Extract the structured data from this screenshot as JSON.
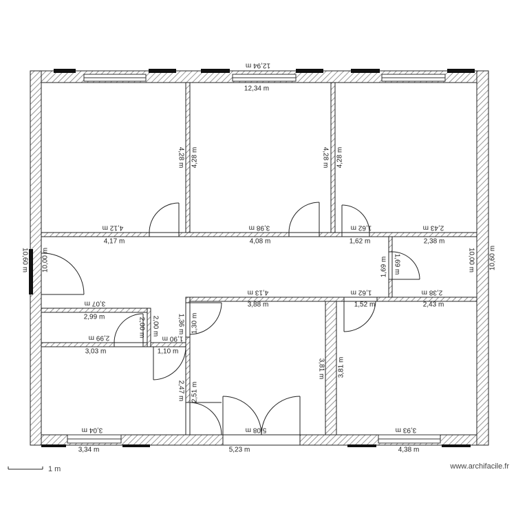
{
  "dimensions": {
    "outer_width_flipped": "12,94 m",
    "inner_width": "12,34 m",
    "left_outer_height": "10,60 m",
    "left_inner_height": "10,00 m",
    "right_inner_height": "10,00 m",
    "right_outer_height": "10,60 m",
    "r1_h_a": "4,28 m",
    "r1_h_b": "4,28 m",
    "r2_h_a": "4,28 m",
    "r2_h_b": "4,28 m",
    "r1_w_flip": "4,12 m",
    "r1_w": "4,17 m",
    "r2_w_flip": "3,98 m",
    "r2_w": "4,08 m",
    "r3a_w_flip": "1,62 m",
    "r3a_w": "1,62 m",
    "r4_w_flip": "2,43 m",
    "r4_w": "2,38 m",
    "small_h": "1,69 m",
    "small_h_flip": "1,69 m",
    "mid_w_flip": "4,13 m",
    "mid_w": "3,88 m",
    "corr_w_flip": "1,62 m",
    "corr_w": "1,52 m",
    "br_w_flip": "2,38 m",
    "br_w": "2,43 m",
    "bath_w_flip": "3,07 m",
    "bath_w": "2,99 m",
    "bath_h": "2,00 m",
    "bath_h_flip": "2,00 m",
    "closet_w_flip": "2,99 m",
    "closet_w": "3,03 m",
    "wc_w_flip": "1,90 m",
    "wc_w": "1,10 m",
    "wc_h": "1,36 m",
    "wc_h2": "1,30 m",
    "hall_h": "2,47 m",
    "hall_h2": "2,51 m",
    "living_h": "3,81 m",
    "living_h2": "3,81 m",
    "bl_w_flip": "3,04 m",
    "bl_w": "3,34 m",
    "bm_w_flip": "5,08 m",
    "bm_w": "5,23 m",
    "brr_w_flip": "3,93 m",
    "brr_w": "4,38 m"
  },
  "scale_label": "1 m",
  "watermark": "www.archifacile.fr",
  "colors": {
    "wall_hatch": "#6b6b6b",
    "line": "#222222",
    "window": "#333333",
    "dark": "#111111"
  }
}
